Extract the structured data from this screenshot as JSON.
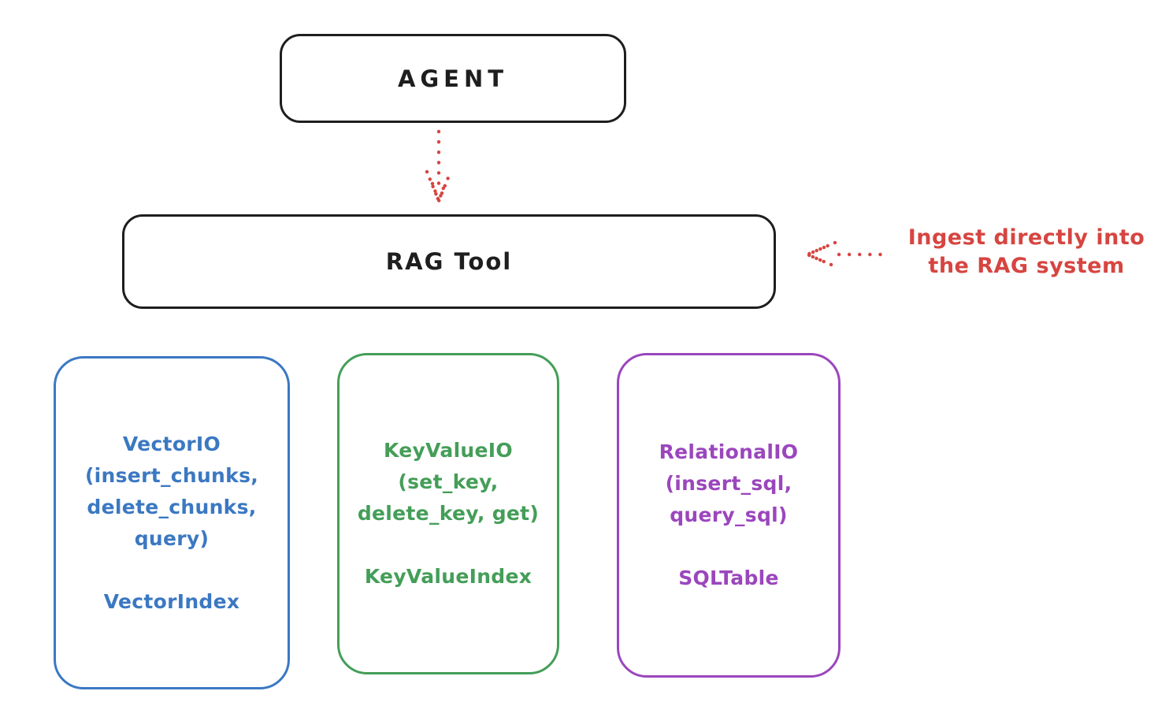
{
  "colors": {
    "ink": "#1e1e1e",
    "arrow_red": "#d64541",
    "vector_blue": "#3b78c2",
    "keyvalue_green": "#449e58",
    "relational_purple": "#9b46bd",
    "background": "#ffffff"
  },
  "agent_box": {
    "label": "AGENT"
  },
  "rag_tool_box": {
    "label": "RAG Tool"
  },
  "annotation": {
    "text": "Ingest directly into\nthe RAG system"
  },
  "icons": {
    "agent_to_rag_arrow": "dotted-arrow-down-icon",
    "ingest_arrow": "dotted-arrow-left-icon"
  },
  "backends": [
    {
      "name": "VectorIO",
      "interface": "VectorIO\n(insert_chunks,\ndelete_chunks,\nquery)",
      "index": "VectorIndex",
      "color": "#3b78c2"
    },
    {
      "name": "KeyValueIO",
      "interface": "KeyValueIO\n(set_key,\ndelete_key, get)",
      "index": "KeyValueIndex",
      "color": "#449e58"
    },
    {
      "name": "RelationalIO",
      "interface": "RelationalIO\n(insert_sql,\nquery_sql)",
      "index": "SQLTable",
      "color": "#9b46bd"
    }
  ]
}
